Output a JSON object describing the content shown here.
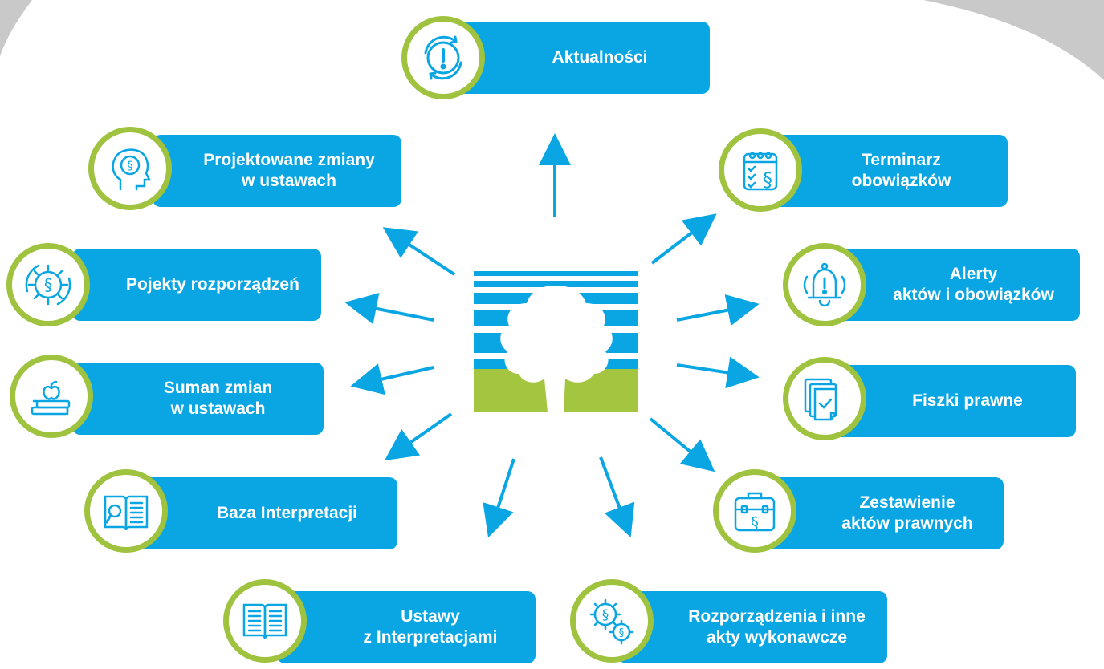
{
  "colors": {
    "accent": "#0aa6e3",
    "ring": "#9fc23f",
    "grass": "#a4c540",
    "corner": "#c9c9c9"
  },
  "center": {
    "logo": "tree-logo"
  },
  "nodes": [
    {
      "id": "aktualnosci",
      "label": "Aktualności",
      "icon": "alert-refresh-icon"
    },
    {
      "id": "projektowane",
      "label": "Projektowane zmiany\nw ustawach",
      "icon": "head-gear-paragraph-icon"
    },
    {
      "id": "terminarz",
      "label": "Terminarz\nobowiązków",
      "icon": "calendar-checklist-icon"
    },
    {
      "id": "pojekty",
      "label": "Pojekty rozporządzeń",
      "icon": "gear-paragraph-icon"
    },
    {
      "id": "alerty",
      "label": "Alerty\naktów i obowiązków",
      "icon": "bell-icon"
    },
    {
      "id": "suman",
      "label": "Suman zmian\nw ustawach",
      "icon": "books-apple-icon"
    },
    {
      "id": "fiszki",
      "label": "Fiszki prawne",
      "icon": "documents-check-icon"
    },
    {
      "id": "baza",
      "label": "Baza Interpretacji",
      "icon": "book-search-icon"
    },
    {
      "id": "zestawienie",
      "label": "Zestawienie\naktów prawnych",
      "icon": "briefcase-paragraph-icon"
    },
    {
      "id": "ustawy",
      "label": "Ustawy\nz Interpretacjami",
      "icon": "open-book-icon"
    },
    {
      "id": "rozporzadzenia",
      "label": "Rozporządzenia i inne\nakty wykonawcze",
      "icon": "gears-paragraph-icon"
    }
  ]
}
